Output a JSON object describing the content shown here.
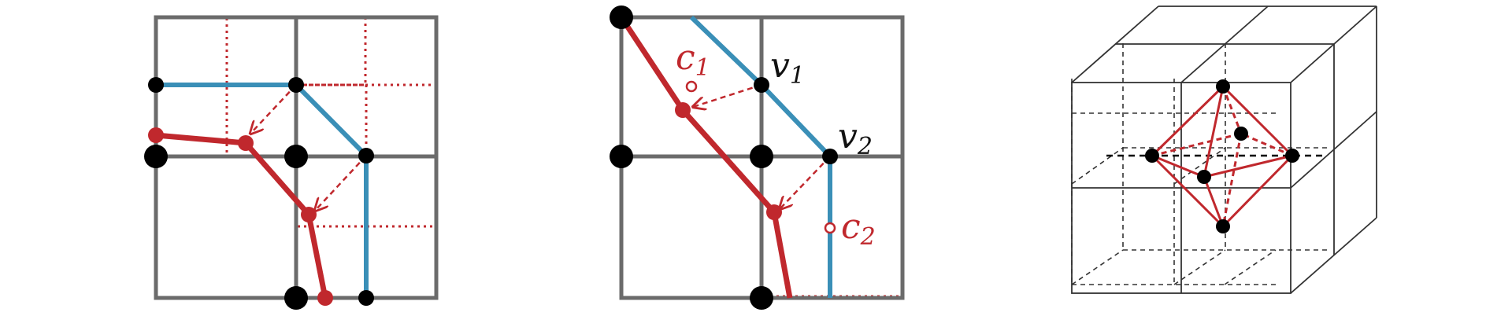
{
  "labels": {
    "c1": "c",
    "c1_sub": "1",
    "v1": "v",
    "v1_sub": "1",
    "v2": "v",
    "v2_sub": "2",
    "c2": "c",
    "c2_sub": "2"
  },
  "colors": {
    "grid_gray": "#6b6b6b",
    "red": "#c0282d",
    "blue": "#3a8fb7",
    "black": "#000000",
    "cube_line": "#333333"
  }
}
